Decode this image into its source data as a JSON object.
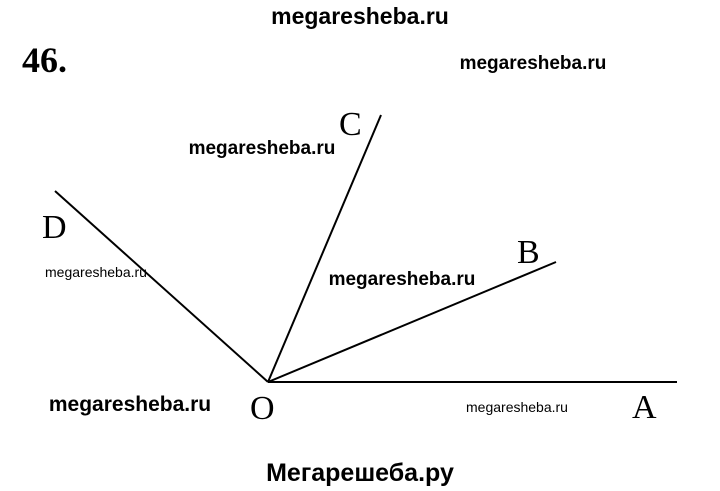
{
  "problem_number": "46.",
  "points": {
    "O": "O",
    "A": "A",
    "B": "B",
    "C": "C",
    "D": "D"
  },
  "watermarks": {
    "top": "megaresheba.ru",
    "top_right": "megaresheba.ru",
    "near_c": "megaresheba.ru",
    "left_small": "megaresheba.ru",
    "center": "megaresheba.ru",
    "bottom_left": "megaresheba.ru",
    "bottom_right_small": "megaresheba.ru",
    "footer": "Мегарешеба.ру"
  }
}
